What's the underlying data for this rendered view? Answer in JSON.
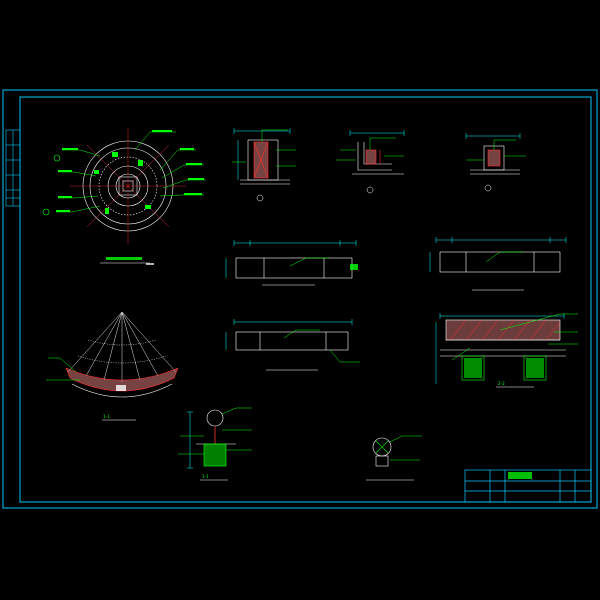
{
  "colors": {
    "background": "#000000",
    "frame": "#00c8ff",
    "line": "#ffffff",
    "annotation": "#00ff00",
    "dimension": "#00ffff",
    "section": "#ff3030",
    "fill": "#d87878"
  },
  "title_block": {
    "line_1": "",
    "line_2": "",
    "sheet_number": ""
  },
  "views": [
    {
      "id": "round-plan",
      "title": "",
      "scale": ""
    },
    {
      "id": "detail-a",
      "title": "",
      "scale": ""
    },
    {
      "id": "detail-b",
      "title": "",
      "scale": ""
    },
    {
      "id": "detail-c",
      "title": "",
      "scale": ""
    },
    {
      "id": "seat-top",
      "title": "",
      "scale": ""
    },
    {
      "id": "seat-bottom",
      "title": "",
      "scale": ""
    },
    {
      "id": "seat-right",
      "title": "",
      "scale": ""
    },
    {
      "id": "fan-section",
      "title": "1-1",
      "scale": ""
    },
    {
      "id": "section-2-2",
      "title": "2-2",
      "scale": ""
    },
    {
      "id": "section-1-1-small",
      "title": "1-1",
      "scale": ""
    },
    {
      "id": "lamp-detail",
      "title": "",
      "scale": ""
    }
  ]
}
